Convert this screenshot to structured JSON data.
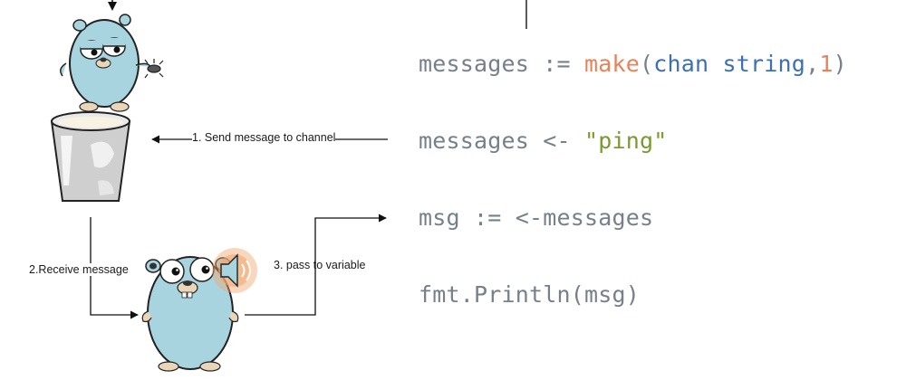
{
  "diagram": {
    "steps": [
      {
        "label": "1. Send message to channel"
      },
      {
        "label": "2.Receive message"
      },
      {
        "label": "3. pass to variable"
      }
    ]
  },
  "code": {
    "line1": {
      "lhs": "messages := ",
      "func": "make",
      "open": "(",
      "kw": "chan string",
      "comma": ",",
      "num": "1",
      "close": ")"
    },
    "line2": {
      "lhs": "messages <- ",
      "str": "\"ping\""
    },
    "line3": {
      "text": "msg := <-messages"
    },
    "line4": {
      "text": "fmt.Println(msg)"
    }
  },
  "colors": {
    "code_text": "#75808a",
    "keyword": "#3d6fb4",
    "function": "#e8825a",
    "string": "#7a9a2e",
    "gopher_blue": "#a8d4df",
    "speaker_orange": "#f2a66e"
  }
}
